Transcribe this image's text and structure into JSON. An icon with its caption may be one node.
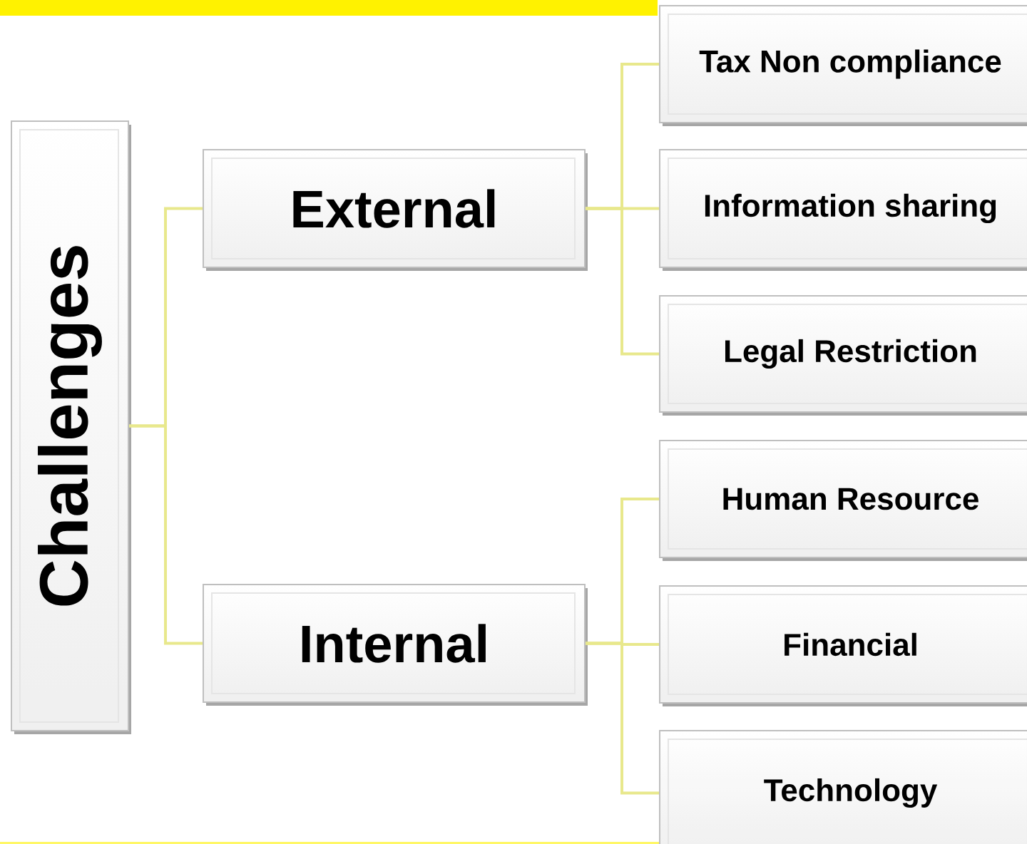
{
  "diagram": {
    "nodes": [
      {
        "text": [
          "Challenges"
        ]
      },
      {
        "text": [
          "External"
        ]
      },
      {
        "text": [
          "Internal"
        ]
      },
      {
        "text": [
          "Tax Non compliance"
        ]
      },
      {
        "text": [
          "Information sharing"
        ]
      },
      {
        "text": [
          "Legal Restriction"
        ]
      },
      {
        "text": [
          "Human Resource"
        ]
      },
      {
        "text": [
          "Financial"
        ]
      },
      {
        "text": [
          "Technology"
        ]
      }
    ],
    "edges": [
      {
        "from": 0,
        "to": 1,
        "arrow": "none"
      },
      {
        "from": 0,
        "to": 2,
        "arrow": "none"
      },
      {
        "from": 1,
        "to": 3,
        "arrow": "none"
      },
      {
        "from": 1,
        "to": 4,
        "arrow": "none"
      },
      {
        "from": 1,
        "to": 5,
        "arrow": "none"
      },
      {
        "from": 2,
        "to": 6,
        "arrow": "none"
      },
      {
        "from": 2,
        "to": 7,
        "arrow": "none"
      },
      {
        "from": 2,
        "to": 8,
        "arrow": "none"
      }
    ]
  }
}
